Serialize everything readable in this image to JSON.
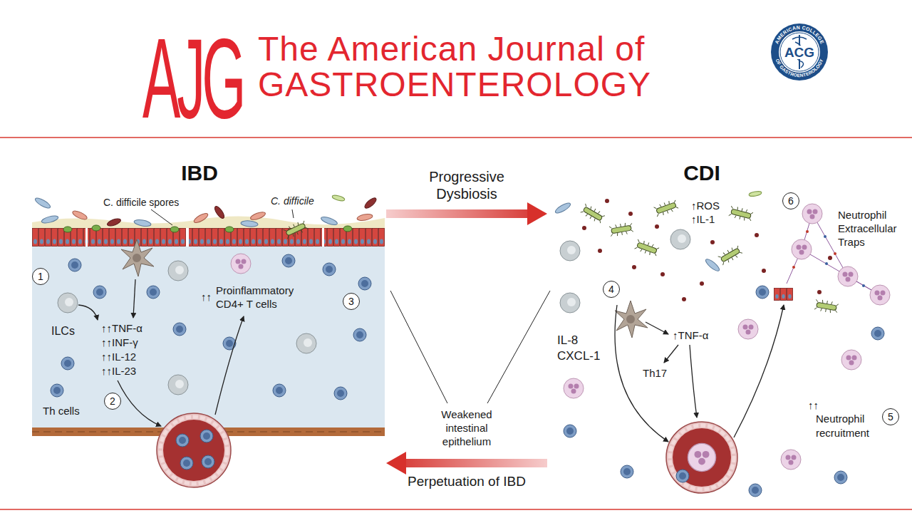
{
  "diagram": {
    "nodes": [
      {
        "text": [
          "IBD"
        ]
      },
      {
        "text": [
          "1"
        ],
        "in": 0
      },
      {
        "text": [
          "2"
        ],
        "in": 0
      },
      {
        "text": [
          "3"
        ],
        "in": 0
      },
      {
        "text": [
          "CDI"
        ]
      },
      {
        "text": [
          "4"
        ],
        "in": 4
      },
      {
        "text": [
          "5"
        ],
        "in": 4
      },
      {
        "text": [
          "6"
        ],
        "in": 4
      }
    ],
    "edges": [
      {
        "from": 0,
        "to": 4,
        "label": "Progressive Dysbiosis",
        "arrow": "to"
      },
      {
        "from": 4,
        "to": 0,
        "label": "Perpetuation of IBD",
        "arrow": "to"
      }
    ],
    "labels": [
      "AJG",
      "The American Journal of GASTROENTEROLOGY",
      "AMERICAN COLLEGE",
      "ACG",
      "OF GASTROENTEROLOGY",
      "C. difficile spores",
      "C. difficile",
      "ILCs",
      "↑↑TNF-α",
      "↑↑INF-γ",
      "↑↑IL-12",
      "↑↑IL-23",
      "Th cells",
      "↑↑",
      "Proinflammatory CD4+ T cells",
      "Weakened intestinal epithelium",
      "↑ROS",
      "↑IL-1",
      "Neutrophil Extracellular Traps",
      "IL-8",
      "CXCL-1",
      "↑TNF-α",
      "Th17",
      "↑↑",
      "Neutrophil recruitment"
    ]
  }
}
